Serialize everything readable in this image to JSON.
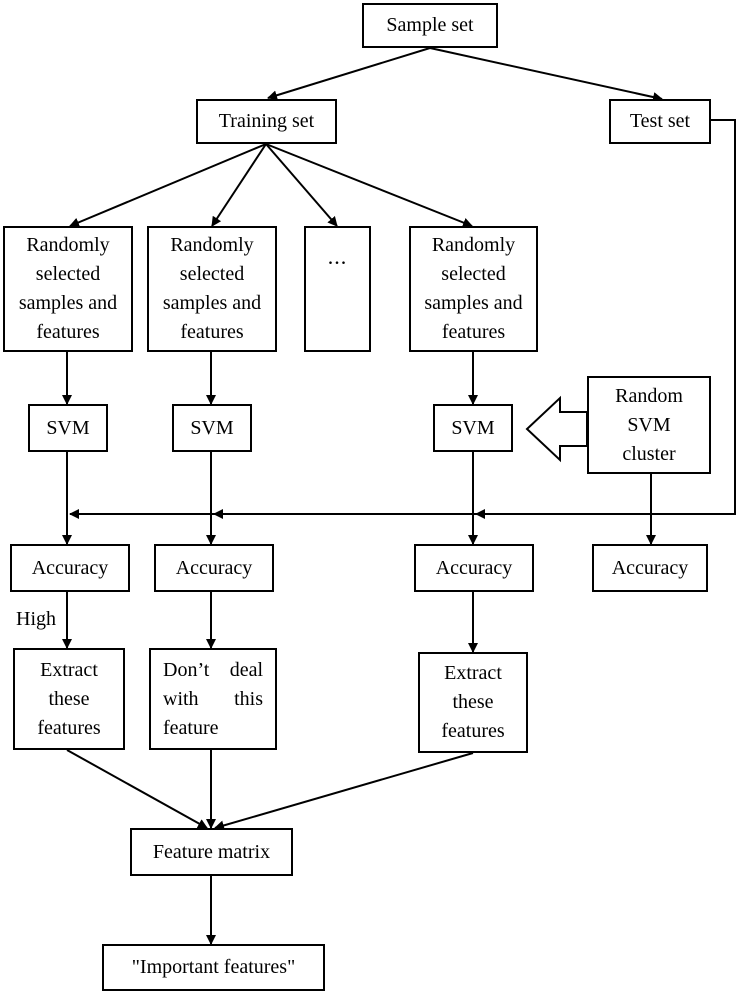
{
  "diagram": {
    "sample_set": "Sample set",
    "training_set": "Training set",
    "test_set": "Test set",
    "random_select": [
      "Randomly",
      "selected",
      "samples and",
      "features"
    ],
    "ellipsis": "...",
    "svm": "SVM",
    "random_svm_cluster": [
      "Random",
      "SVM",
      "cluster"
    ],
    "accuracy": "Accuracy",
    "high_label": "High",
    "extract_features": [
      "Extract",
      "these",
      "features"
    ],
    "dont_deal": [
      "Don’t deal",
      "with this",
      "feature"
    ],
    "feature_matrix": "Feature matrix",
    "important_features": "\"Important features\""
  }
}
